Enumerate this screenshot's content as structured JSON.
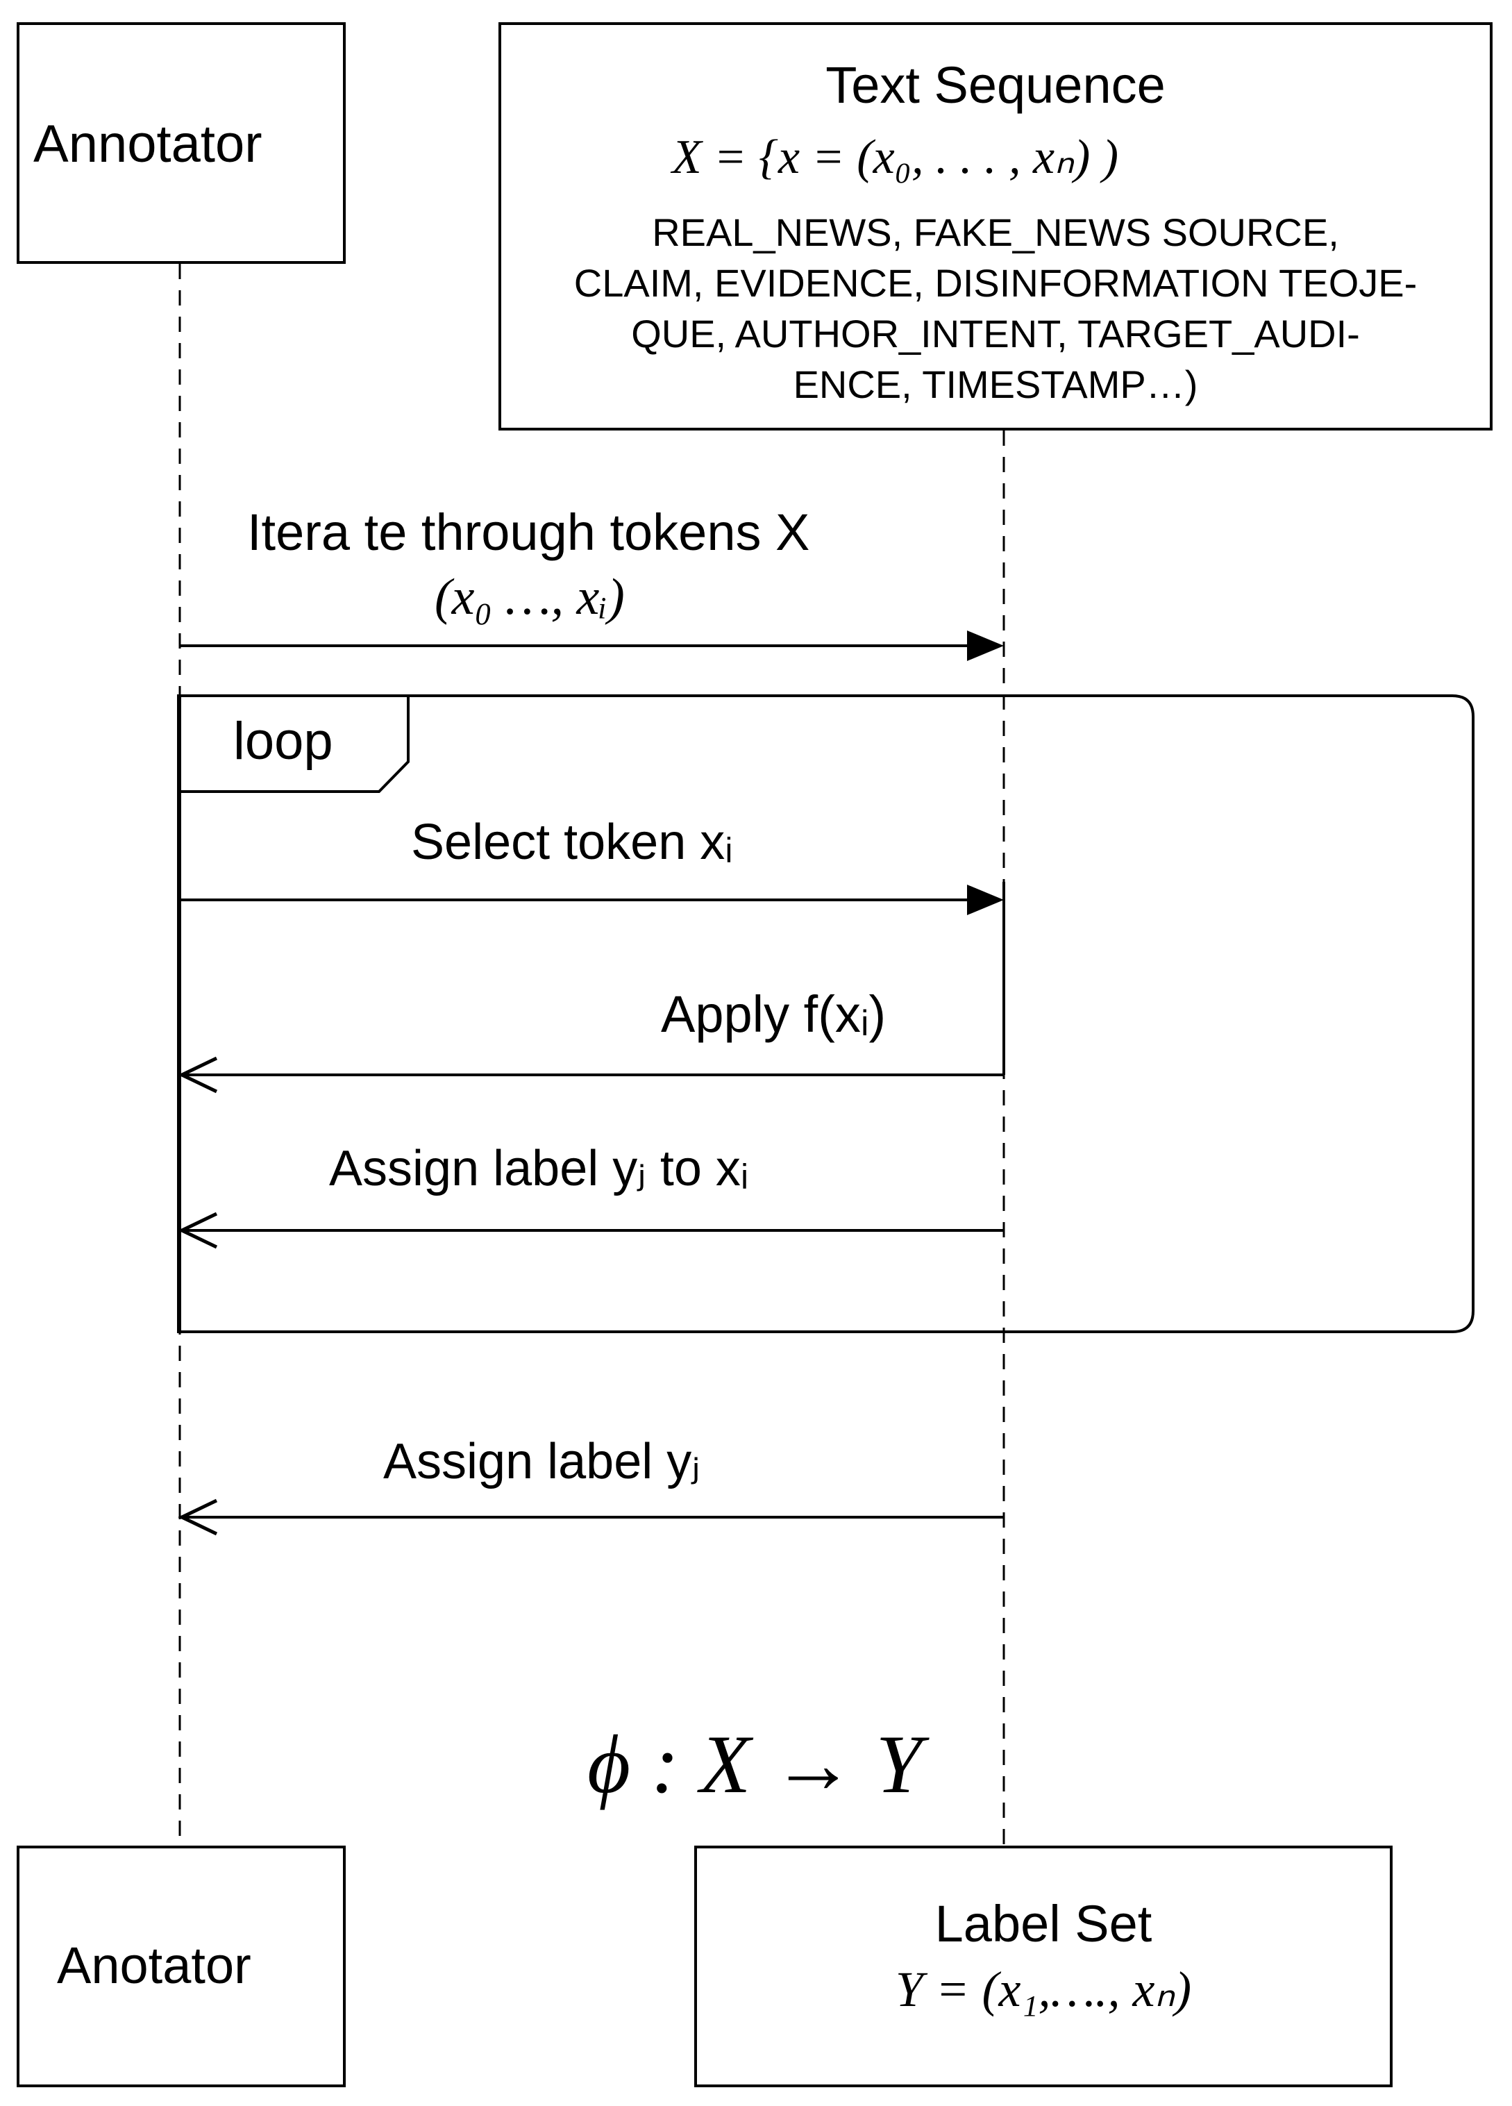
{
  "participants": {
    "annotator_top": "Annotator",
    "text_sequence": {
      "title": "Text Sequence",
      "formula": "X = {x = (x₀, . . . , xₙ)          )",
      "types_line1": "REAL_NEWS, FAKE_NEWS SOURCE,",
      "types_line2": "CLAIM, EVIDENCE, DISINFORMATION TEOJE-",
      "types_line3": "QUE, AUTHOR_INTENT, TARGET_AUDI-",
      "types_line4": "ENCE, TIMESTAMP…)"
    },
    "annotator_bottom": "Anotator",
    "label_set": {
      "title": "Label Set",
      "formula": "Y = (x₁,…., xₙ)"
    }
  },
  "messages": {
    "iterate_line1": "Itera te through tokens X",
    "iterate_line2": "(x₀ …, xᵢ)",
    "select": "Select token xᵢ",
    "apply": "Apply f(xᵢ)",
    "assign_inner": "Assign label yⱼ to xᵢ",
    "assign_outer": "Assign label yⱼ"
  },
  "fragment": {
    "label": "loop"
  },
  "mapping": "ϕ : X → Y"
}
